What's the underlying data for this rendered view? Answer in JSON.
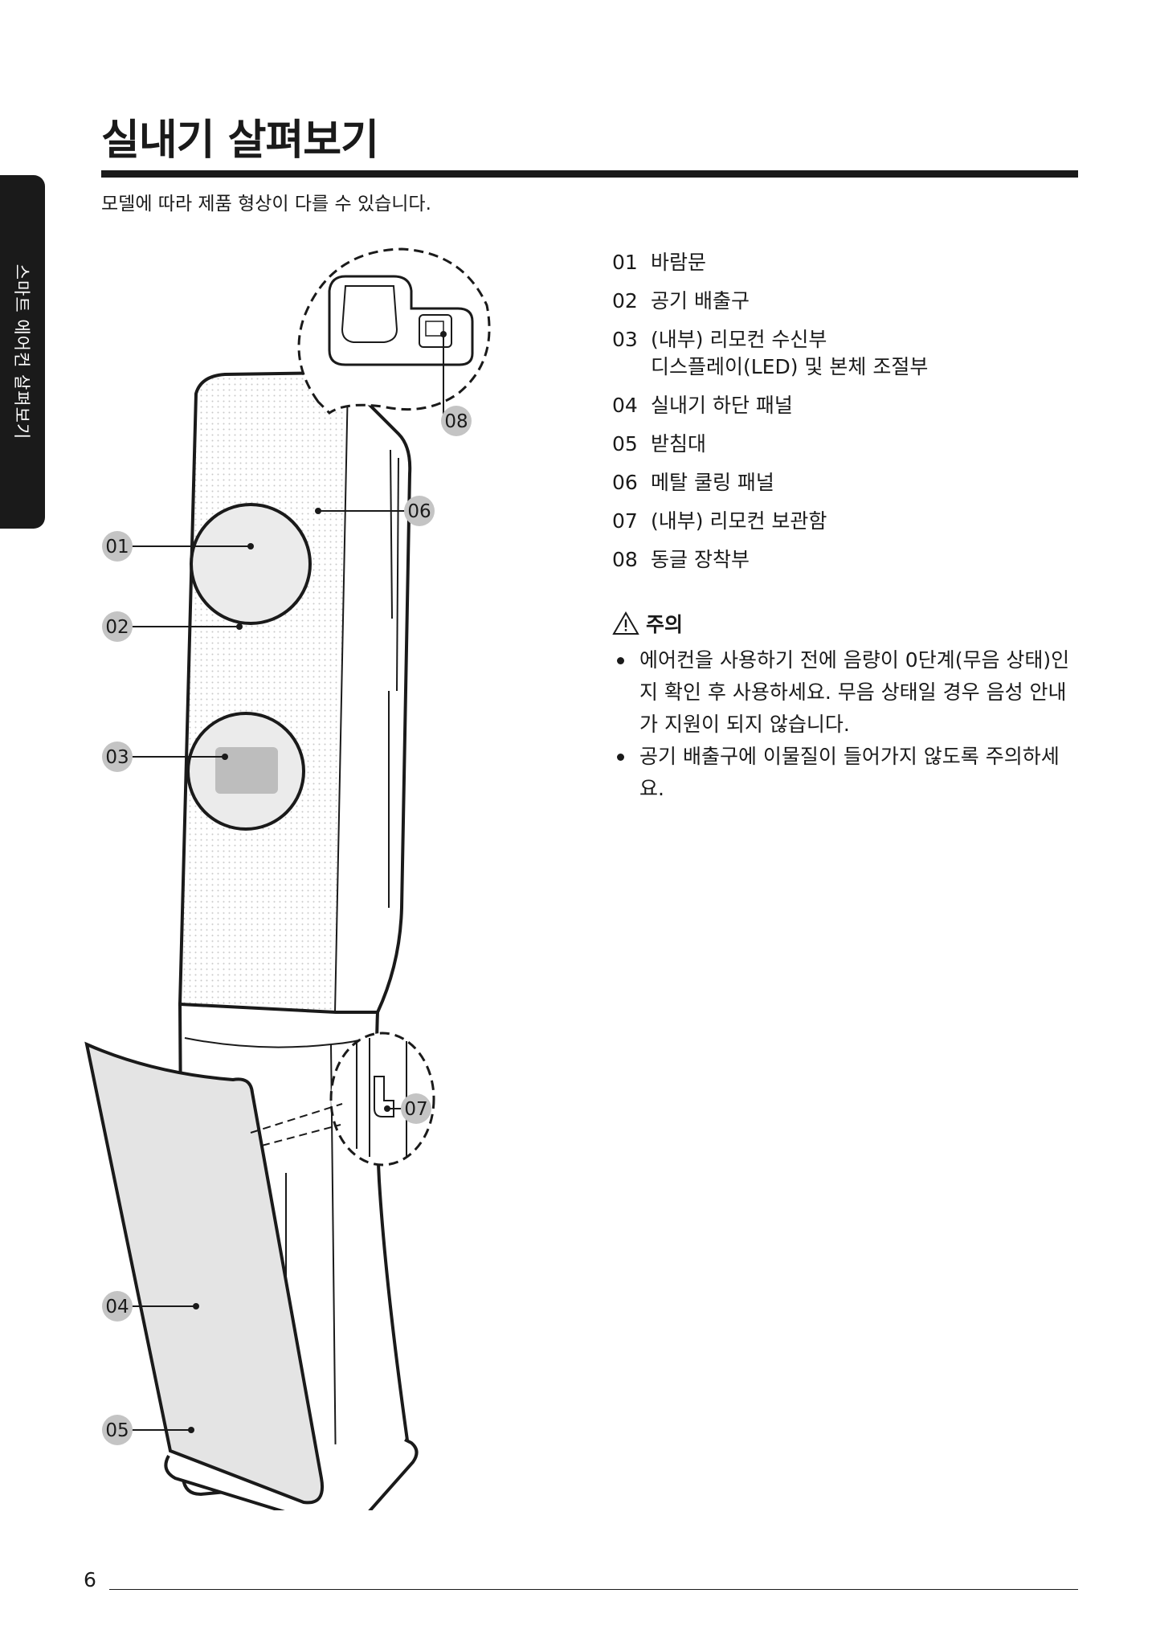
{
  "side_tab": {
    "label": "스마트 에어컨 살펴보기"
  },
  "title": "실내기 살펴보기",
  "subtitle": "모델에 따라 제품 형상이 다를 수 있습니다.",
  "parts": [
    {
      "num": "01",
      "lines": [
        "바람문"
      ]
    },
    {
      "num": "02",
      "lines": [
        "공기 배출구"
      ]
    },
    {
      "num": "03",
      "lines": [
        "(내부) 리모컨 수신부",
        "디스플레이(LED) 및 본체 조절부"
      ]
    },
    {
      "num": "04",
      "lines": [
        "실내기 하단 패널"
      ]
    },
    {
      "num": "05",
      "lines": [
        "받침대"
      ]
    },
    {
      "num": "06",
      "lines": [
        "메탈 쿨링 패널"
      ]
    },
    {
      "num": "07",
      "lines": [
        "(내부) 리모컨 보관함"
      ]
    },
    {
      "num": "08",
      "lines": [
        "동글 장착부"
      ]
    }
  ],
  "caution": {
    "heading": "주의",
    "icon": "warning-triangle-icon",
    "items": [
      "에어컨을 사용하기 전에 음량이 0단계(무음 상태)인지 확인 후 사용하세요. 무음 상태일 경우 음성 안내가 지원이 되지 않습니다.",
      "공기 배출구에 이물질이 들어가지 않도록 주의하세요."
    ]
  },
  "callouts": [
    "01",
    "02",
    "03",
    "04",
    "05",
    "06",
    "07",
    "08"
  ],
  "page_number": "6"
}
